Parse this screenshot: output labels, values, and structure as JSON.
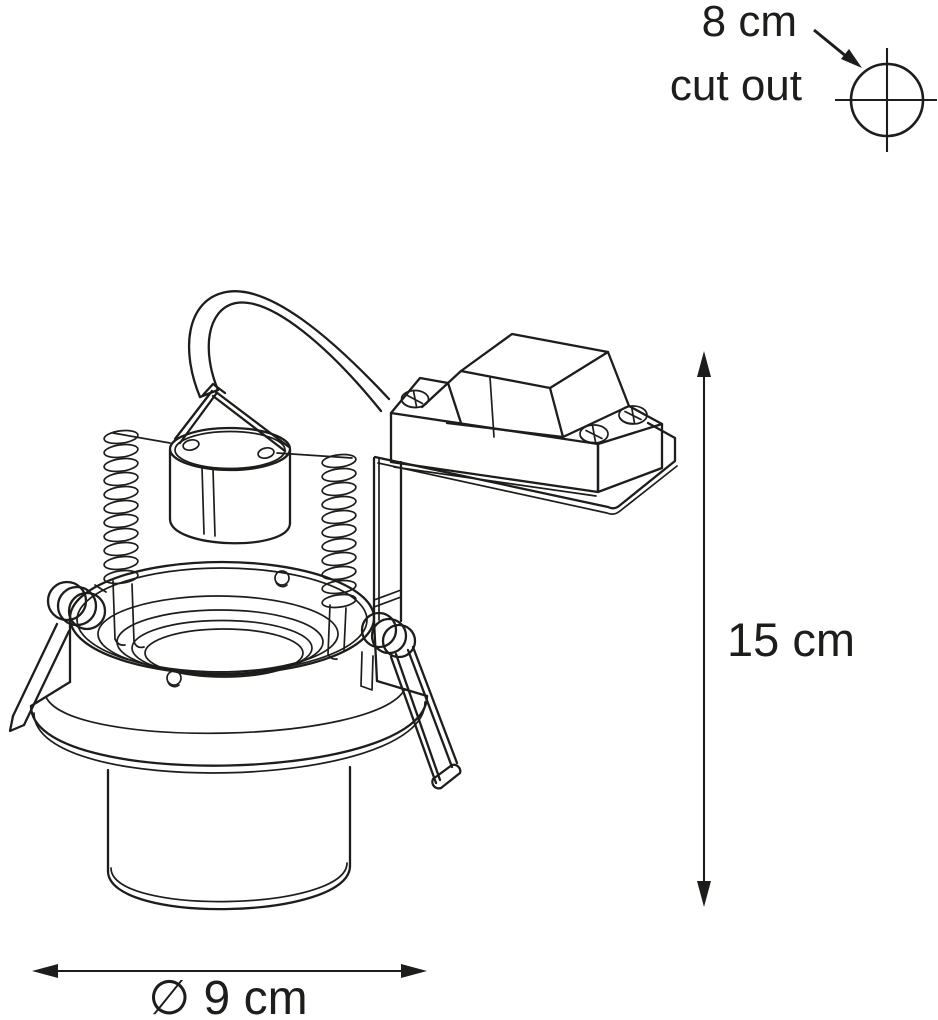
{
  "colors": {
    "ink": "#1d1d1b",
    "background": "#ffffff"
  },
  "annotations": {
    "cutout_size_label": "8 cm",
    "cutout_caption": "cut out",
    "height_label": "15 cm",
    "diameter_label": "∅ 9 cm"
  },
  "symbols": {
    "cutout_symbol": "circle-crosshair",
    "cutout_pointer": "arrow-pointer",
    "height_dimension": "vertical-double-arrow",
    "diameter_dimension": "horizontal-double-arrow"
  }
}
